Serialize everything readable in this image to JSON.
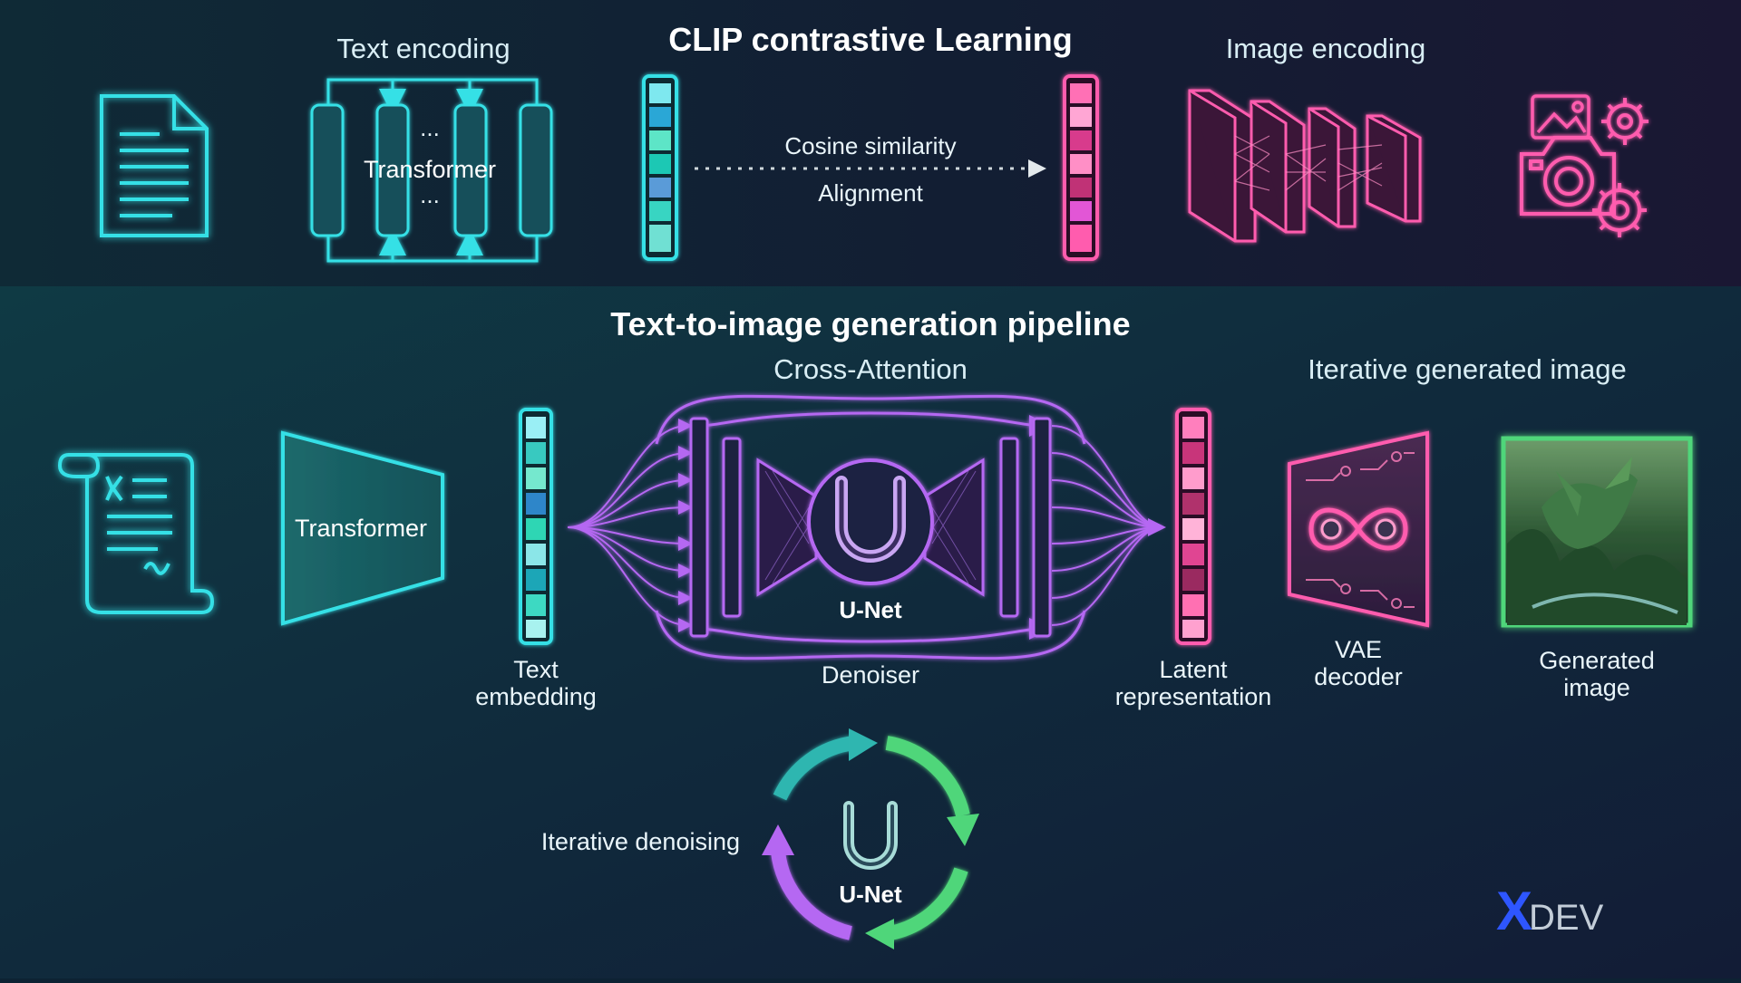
{
  "top": {
    "title": "CLIP contrastive Learning",
    "text_encoding_label": "Text encoding",
    "transformer_label": "Transformer",
    "ellipsis": "...",
    "cosine_label": "Cosine similarity",
    "alignment_label": "Alignment",
    "image_encoding_label": "Image encoding"
  },
  "bottom": {
    "title": "Text-to-image generation pipeline",
    "cross_attention_label": "Cross-Attention",
    "iterative_image_label": "Iterative generated image",
    "transformer_label": "Transformer",
    "text_embedding_line1": "Text",
    "text_embedding_line2": "embedding",
    "unet_label": "U-Net",
    "unet_letter": "U",
    "denoiser_label": "Denoiser",
    "latent_line1": "Latent",
    "latent_line2": "representation",
    "vae_line1": "VAE",
    "vae_line2": "decoder",
    "generated_line1": "Generated",
    "generated_line2": "image",
    "iterative_denoising_label": "Iterative denoising",
    "loop_unet_label": "U-Net"
  },
  "watermark": {
    "x": "X",
    "dev": "DEV"
  },
  "colors": {
    "cyan": "#36e0e6",
    "pink": "#ff5cae",
    "purple": "#b567f2",
    "green": "#4fd67a",
    "blue_logo": "#2e56ff"
  },
  "icons": [
    "document-icon",
    "scroll-icon",
    "camera-icon",
    "gear-icon",
    "image-icon"
  ]
}
